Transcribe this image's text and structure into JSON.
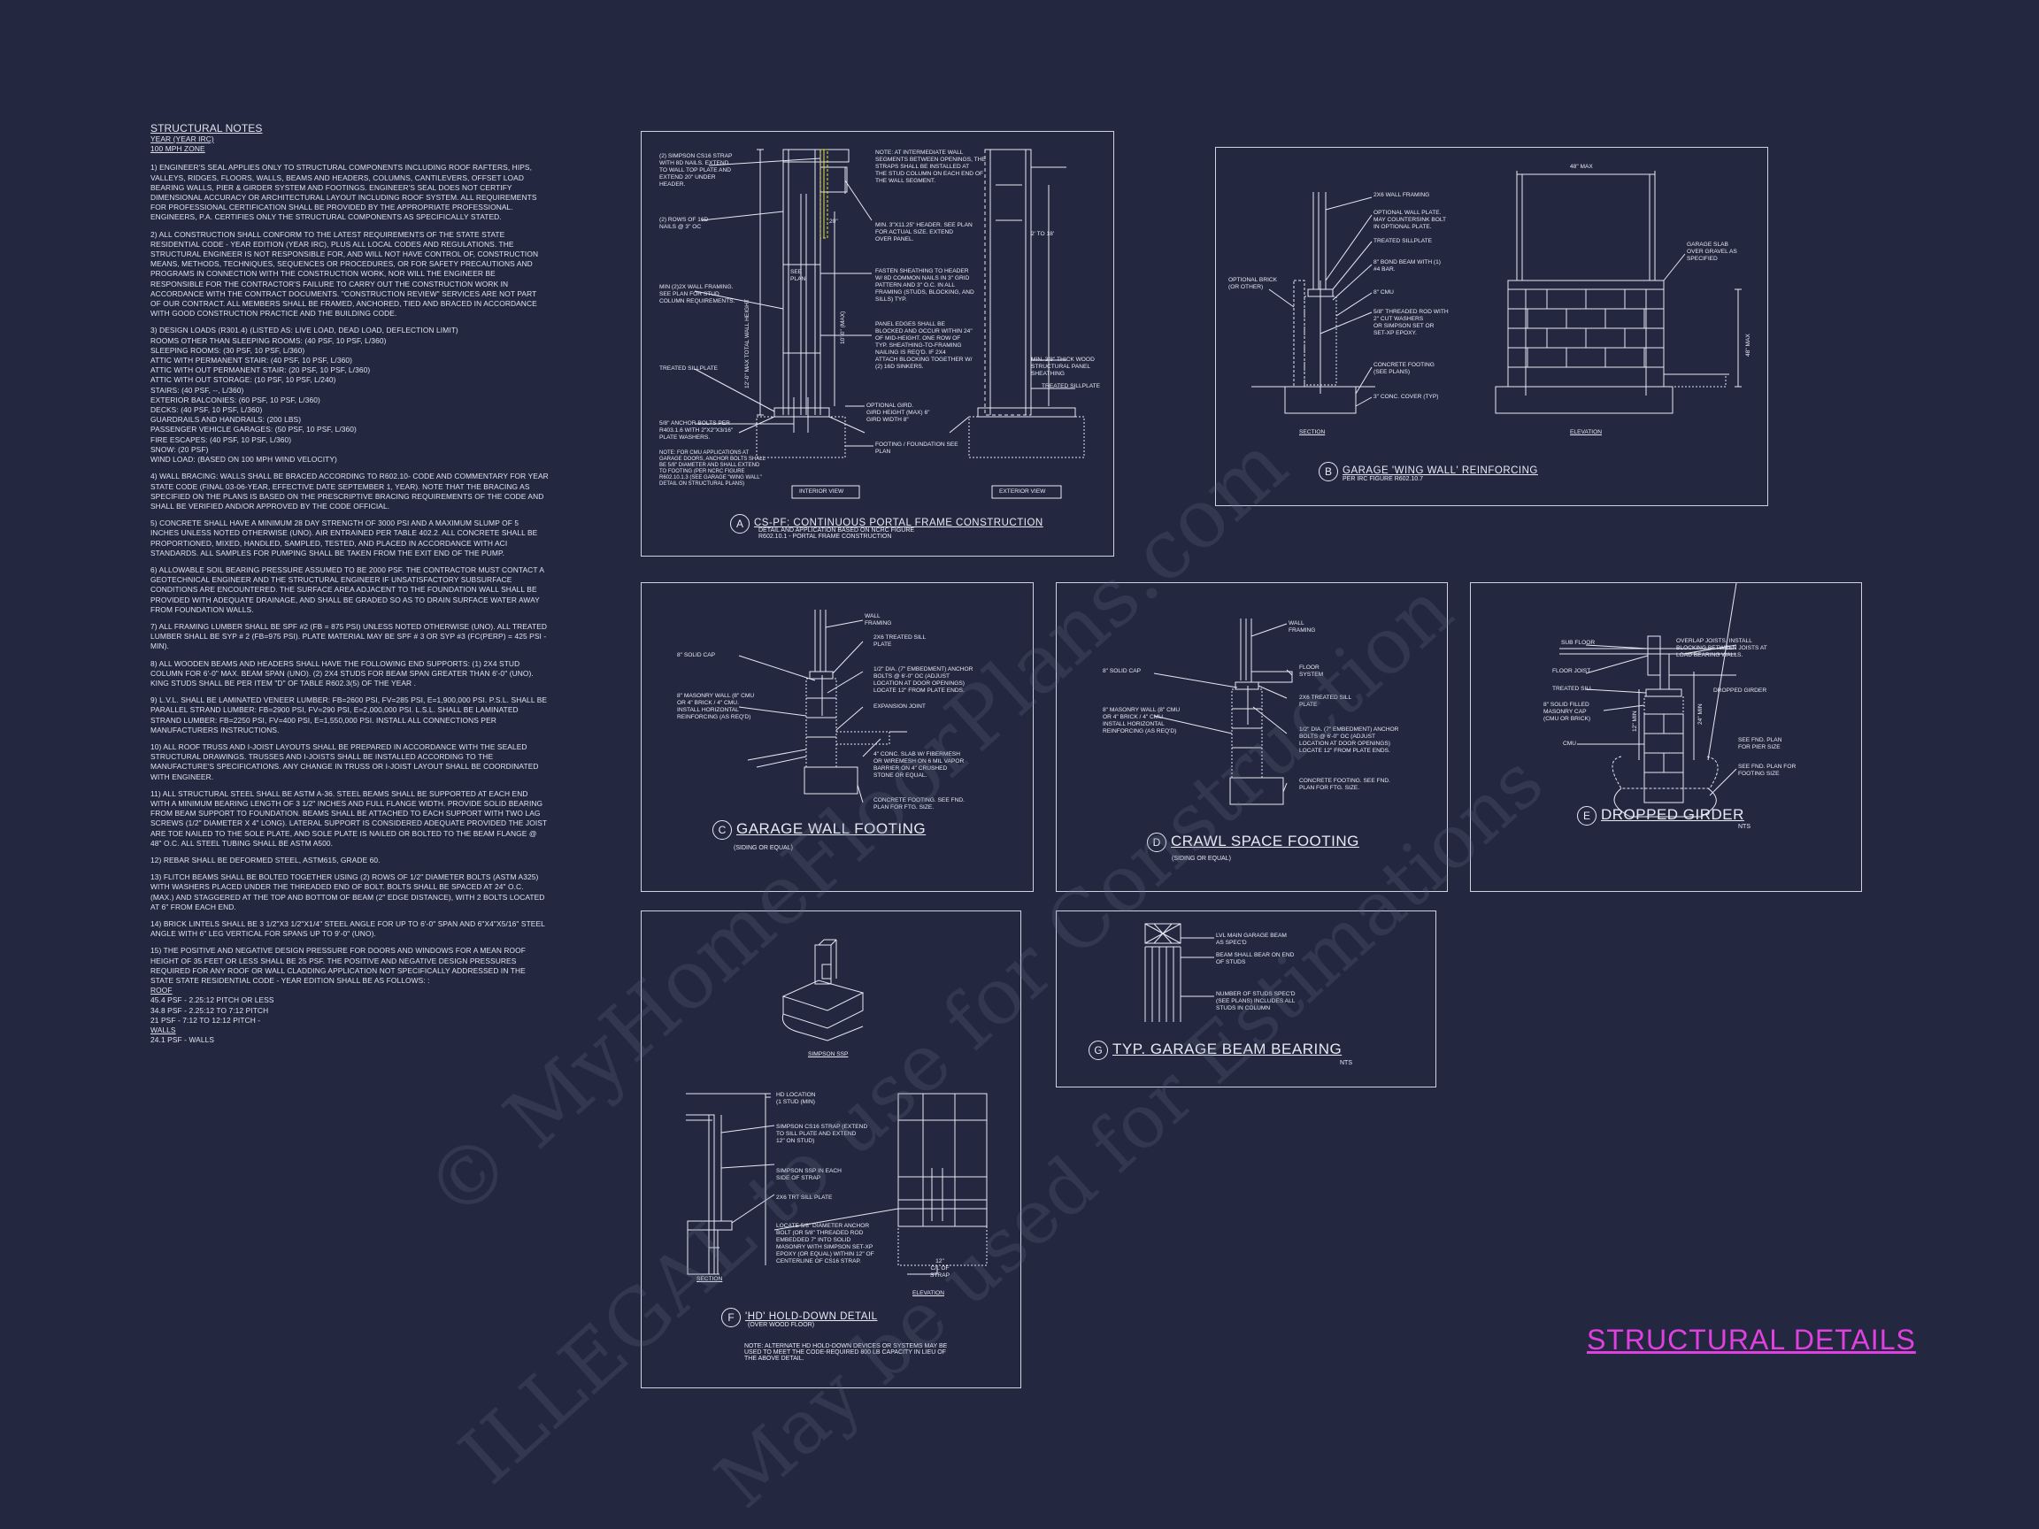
{
  "notes": {
    "title": "STRUCTURAL NOTES",
    "subtitle_1": "YEAR (YEAR IRC)",
    "subtitle_2": "100 mph ZONE",
    "p1": "1) ENGINEER'S SEAL APPLIES ONLY TO STRUCTURAL COMPONENTS INCLUDING ROOF RAFTERS, HIPS, VALLEYS, RIDGES, FLOORS, WALLS, BEAMS AND HEADERS, COLUMNS, CANTILEVERS, OFFSET LOAD BEARING WALLS, PIER & GIRDER SYSTEM AND FOOTINGS. ENGINEER'S SEAL DOES NOT CERTIFY DIMENSIONAL ACCURACY OR ARCHITECTURAL LAYOUT INCLUDING ROOF SYSTEM. ALL REQUIREMENTS FOR PROFESSIONAL CERTIFICATION SHALL BE PROVIDED BY THE APPROPRIATE PROFESSIONAL. ENGINEERS, P.A. CERTIFIES ONLY THE STRUCTURAL COMPONENTS AS SPECIFICALLY STATED.",
    "p2": "2) ALL CONSTRUCTION SHALL CONFORM TO THE LATEST REQUIREMENTS OF THE STATE STATE RESIDENTIAL CODE - YEAR EDITION (YEAR IRC), PLUS ALL LOCAL CODES AND REGULATIONS. THE STRUCTURAL ENGINEER IS NOT RESPONSIBLE FOR, AND WILL NOT HAVE CONTROL OF, CONSTRUCTION MEANS, METHODS, TECHNIQUES, SEQUENCES OR PROCEDURES, OR FOR SAFETY PRECAUTIONS AND PROGRAMS IN CONNECTION WITH THE CONSTRUCTION WORK, NOR WILL THE ENGINEER BE RESPONSIBLE FOR THE CONTRACTOR'S FAILURE TO CARRY OUT THE CONSTRUCTION WORK IN ACCORDANCE WITH THE CONTRACT DOCUMENTS. \"CONSTRUCTION REVIEW\" SERVICES ARE NOT PART OF OUR CONTRACT. ALL MEMBERS SHALL BE FRAMED, ANCHORED, TIED AND BRACED IN ACCORDANCE WITH GOOD CONSTRUCTION PRACTICE AND THE BUILDING CODE.",
    "p3": [
      "3) DESIGN LOADS (R301.4) (LISTED AS: LIVE LOAD, DEAD LOAD, DEFLECTION LIMIT)",
      "ROOMS OTHER THAN SLEEPING ROOMS: (40 PSF, 10 PSF, L/360)",
      "SLEEPING ROOMS: (30 PSF, 10 PSF, L/360)",
      "ATTIC WITH PERMANENT STAIR: (40 PSF, 10 PSF, L/360)",
      "ATTIC WITH OUT PERMANENT STAIR: (20 PSF, 10 PSF, L/360)",
      "ATTIC WITH OUT STORAGE: (10 PSF, 10 PSF, L/240)",
      "STAIRS: (40 PSF, --, L/360)",
      "EXTERIOR BALCONIES: (60 PSF, 10 PSF, L/360)",
      "DECKS: (40 PSF, 10 PSF, L/360)",
      "GUARDRAILS AND HANDRAILS: (200 LBS)",
      "PASSENGER VEHICLE GARAGES: (50 PSF, 10 PSF, L/360)",
      "FIRE ESCAPES: (40 PSF, 10 PSF, L/360)",
      "SNOW: (20 PSF)",
      "WIND LOAD: (BASED ON 100 MPH WIND VELOCITY)"
    ],
    "p4": "4) WALL BRACING: WALLS SHALL BE BRACED ACCORDING TO R602.10- CODE AND COMMENTARY FOR YEAR STATE CODE (FINAL 03-06-YEAR, EFFECTIVE DATE SEPTEMBER 1, YEAR). NOTE THAT THE BRACING AS SPECIFIED ON THE PLANS IS BASED ON THE PRESCRIPTIVE BRACING REQUIREMENTS OF THE CODE AND SHALL BE VERIFIED AND/OR APPROVED BY THE CODE OFFICIAL.",
    "p5": "5) CONCRETE SHALL HAVE A MINIMUM 28 DAY STRENGTH OF 3000 PSI AND A MAXIMUM SLUMP OF 5 INCHES UNLESS NOTED OTHERWISE (UNO). AIR ENTRAINED PER TABLE 402.2. ALL CONCRETE SHALL BE PROPORTIONED, MIXED, HANDLED, SAMPLED, TESTED, AND PLACED IN ACCORDANCE WITH ACI STANDARDS. ALL SAMPLES FOR PUMPING SHALL BE TAKEN FROM THE EXIT END OF THE PUMP.",
    "p6": "6) ALLOWABLE SOIL BEARING PRESSURE ASSUMED TO BE 2000 PSF. THE CONTRACTOR MUST CONTACT A GEOTECHNICAL ENGINEER AND THE STRUCTURAL ENGINEER IF UNSATISFACTORY SUBSURFACE CONDITIONS ARE ENCOUNTERED. THE SURFACE AREA ADJACENT TO THE FOUNDATION WALL SHALL BE PROVIDED WITH ADEQUATE DRAINAGE, AND SHALL BE GRADED SO AS TO DRAIN SURFACE WATER AWAY FROM FOUNDATION WALLS.",
    "p7": "7) ALL FRAMING LUMBER SHALL BE SPF #2 (Fb = 875 PSI) UNLESS NOTED OTHERWISE (UNO). ALL TREATED LUMBER SHALL BE SYP # 2 (Fb=975 PSI). PLATE MATERIAL MAY BE SPF # 3 OR SYP #3 (Fc(perp) = 425 PSI - MIN).",
    "p8": "8) ALL WOODEN BEAMS AND HEADERS SHALL HAVE THE FOLLOWING END SUPPORTS: (1) 2x4 STUD COLUMN FOR 6'-0\" MAX. BEAM SPAN (UNO). (2) 2X4 STUDS FOR BEAM SPAN GREATER THAN 6'-0\" (UNO). KING STUDS SHALL BE PER ITEM \"d\" OF TABLE R602.3(5) OF THE YEAR .",
    "p9": "9) L.V.L. SHALL BE LAMINATED VENEER LUMBER: Fb=2600 PSI, Fv=285 PSI, E=1,900,000 PSI. P.S.L. SHALL BE PARALLEL STRAND LUMBER: Fb=2900 PSI, Fv=290 PSI, E=2,000,000 PSI. L.S.L. SHALL BE LAMINATED STRAND LUMBER: Fb=2250 PSI, Fv=400 PSI, E=1,550,000 PSI. INSTALL ALL CONNECTIONS PER MANUFACTURERS INSTRUCTIONS.",
    "p10": "10) ALL ROOF TRUSS AND I-JOIST LAYOUTS SHALL BE PREPARED IN ACCORDANCE WITH THE SEALED STRUCTURAL DRAWINGS. TRUSSES AND I-JOISTS SHALL BE INSTALLED ACCORDING TO THE MANUFACTURE'S SPECIFICATIONS. ANY CHANGE IN TRUSS OR I-JOIST LAYOUT SHALL BE COORDINATED WITH ENGINEER.",
    "p11": "11) ALL STRUCTURAL STEEL SHALL BE ASTM A-36. STEEL BEAMS SHALL BE SUPPORTED AT EACH END WITH A MINIMUM BEARING LENGTH OF 3 1/2\" INCHES AND FULL FLANGE WIDTH. PROVIDE SOLID BEARING FROM BEAM SUPPORT TO FOUNDATION. BEAMS SHALL BE ATTACHED TO EACH SUPPORT WITH TWO LAG SCREWS (1/2\" DIAMETER x 4\" LONG). LATERAL SUPPORT IS CONSIDERED ADEQUATE PROVIDED THE JOIST ARE TOE NAILED TO THE SOLE PLATE, AND SOLE PLATE IS NAILED OR BOLTED TO THE BEAM FLANGE @ 48\" O.C. ALL STEEL TUBING SHALL BE ASTM A500.",
    "p12": "12) REBAR SHALL BE DEFORMED STEEL, ASTM615, GRADE 60.",
    "p13": "13) FLITCH BEAMS SHALL BE BOLTED TOGETHER USING (2) ROWS OF 1/2\" DIAMETER BOLTS (ASTM A325) WITH WASHERS PLACED UNDER THE THREADED END OF BOLT. BOLTS SHALL BE SPACED AT 24\" O.C. (MAX.) AND STAGGERED AT THE TOP AND BOTTOM OF BEAM (2\" EDGE DISTANCE), WITH 2 BOLTS LOCATED AT 6\" FROM EACH END.",
    "p14": "14) BRICK LINTELS SHALL BE 3 1/2\"x3 1/2\"x1/4\" STEEL ANGLE FOR UP TO 6'-0\" SPAN AND 6\"x4\"x5/16\" STEEL ANGLE WITH 6\" LEG VERTICAL FOR SPANS UP TO 9'-0\" (UNO).",
    "p15": "15) THE POSITIVE AND NEGATIVE DESIGN PRESSURE FOR DOORS AND WINDOWS FOR A MEAN ROOF HEIGHT OF 35 FEET OR LESS SHALL BE 25 PSF. THE POSITIVE AND NEGATIVE DESIGN PRESSURES REQUIRED FOR ANY ROOF OR WALL CLADDING APPLICATION NOT SPECIFICALLY ADDRESSED IN THE STATE STATE RESIDENTIAL CODE - YEAR EDITION SHALL BE AS FOLLOWS: :",
    "roof_head": "ROOF",
    "roof_lines": [
      "45.4 PSF - 2.25:12 PITCH OR LESS",
      "34.8 PSF - 2.25:12 TO 7:12 PITCH",
      "21 PSF - 7:12 TO 12:12 PITCH -"
    ],
    "walls_head": "WALLS",
    "walls_lines": [
      "24.1 PSF - WALLS"
    ]
  },
  "details": {
    "a": {
      "letter": "A",
      "title": "CS-PF: CONTINUOUS PORTAL FRAME CONSTRUCTION",
      "sub": "DETAIL AND APPLICATION BASED ON NCRC FIGURE\nR602.10.1 - PORTAL FRAME CONSTRUCTION",
      "labels": {
        "l1": "(2) SIMPSON CS16 STRAP\nWITH 8d NAILS. EXTEND\nTO WALL TOP PLATE AND\nEXTEND 20\" UNDER\nHEADER.",
        "l2": "(2) ROWS OF 16d\nNAILS @ 3\" OC",
        "l3": "MIN (2)2X WALL FRAMING.\nSEE PLAN FOR STUD\nCOLUMN REQUIREMENTS.",
        "l4": "TREATED SILLPLATE",
        "l5": "5/8\" ANCHOR BOLTS PER\nR403.1.6 WITH 2\"x2\"x3/16\"\nPLATE WASHERS.",
        "l6": "NOTE: FOR CMU APPLICATIONS AT\nGARAGE DOORS, ANCHOR BOLTS SHALL\nBE 5/8\" DIAMETER AND SHALL EXTEND\nTO FOOTING (PER NCRC FIGURE\nR602.10.1.3 (SEE GARAGE \"WING WALL\"\nDETAIL ON STRUCTURAL PLANS)",
        "l7": "NOTE: AT INTERMEDIATE WALL\nSEGMENTS BETWEEN OPENINGS, THE\nSTRAPS SHALL BE INSTALLED AT\nTHE STUD COLUMN ON EACH END OF\nTHE WALL SEGMENT.",
        "l8": "MIN. 3\"x11.25\" HEADER. SEE PLAN\nFOR ACTUAL SIZE. EXTEND\nOVER PANEL.",
        "l9": "FASTEN SHEATHING TO HEADER\nW/ 8d COMMON NAILS IN 3\" GRID\nPATTERN AND 3\" O.C. IN ALL\nFRAMING (STUDS, BLOCKING, AND\nSILLS) TYP.",
        "l10": "PANEL EDGES SHALL BE\nBLOCKED AND OCCUR WITHIN 24\"\nOF MID-HEIGHT. ONE ROW OF\nTYP. SHEATHING-TO-FRAMING\nNAILING IS REQ'D. IF 2X4\nATTACH BLOCKING TOGETHER W/\n(2) 16d SINKERS.",
        "l11": "MIN. 3/8\" THICK WOOD\nSTRUCTURAL PANEL\nSHEATHING",
        "l12": "TREATED SILLPLATE",
        "l13": "OPTIONAL GIRD.\nGIRD HEIGHT (MAX) 6\"\nGIRD WIDTH 8\"",
        "l14": "FOOTING / FOUNDATION SEE\nPLAN",
        "l15": "INTERIOR VIEW",
        "l16": "EXTERIOR VIEW",
        "d1": "12'-0\" MAX TOTAL WALL HEIGHT",
        "d2": "10'-0\" (MAX)",
        "d3": "2' TO 18'",
        "d4": "SEE\nPLAN",
        "d5": "20\""
      }
    },
    "b": {
      "letter": "B",
      "title": "GARAGE 'WING WALL' REINFORCING",
      "sub": "PER IRC FIGURE R602.10.7",
      "labels": {
        "l1": "2x6 WALL FRAMING",
        "l2": "OPTIONAL WALL PLATE.\nMAY COUNTERSINK BOLT\nIN OPTIONAL PLATE.",
        "l3": "TREATED SILLPLATE",
        "l4": "8\" BOND BEAM WITH (1)\n#4 BAR.",
        "l5": "8\" CMU",
        "l6": "5/8\" THREADED ROD WITH\n2\" CUT WASHERS\nOR SIMPSON SET OR\nSET-XP EPOXY.",
        "l7": "CONCRETE FOOTING\n(SEE PLANS)",
        "l8": "3\" CONC. COVER (TYP)",
        "l9": "OPTIONAL BRICK\n(OR OTHER)",
        "l10": "GARAGE SLAB\nOVER GRAVEL AS\nSPECIFIED",
        "l11": "SECTION",
        "l12": "ELEVATION",
        "d1": "48\" MAX",
        "d2": "48\" MAX"
      }
    },
    "c": {
      "letter": "C",
      "title": "GARAGE WALL FOOTING",
      "sub": "(SIDING OR EQUAL)",
      "labels": {
        "l1": "WALL\nFRAMING",
        "l2": "2x6 TREATED SILL\nPLATE",
        "l3": "8\" SOLID CAP",
        "l4": "1/2\" DIA. (7\" EMBEDMENT) ANCHOR\nBOLTS @ 6'-0\" OC (ADJUST\nLOCATION AT DOOR OPENINGS)\nLOCATE 12\" FROM PLATE ENDS.",
        "l5": "8\" MASONRY WALL (8\" CMU\nOR 4\" BRICK / 4\" CMU.\nINSTALL HORIZONTAL\nREINFORCING (AS REQ'D)",
        "l6": "EXPANSION JOINT",
        "l7": "4\" CONC. SLAB w/ FIBERMESH\nOR WIREMESH ON 6 MIL VAPOR\nBARRIER ON 4\" CRUSHED\nSTONE OR EQUAL.",
        "l8": "CONCRETE FOOTING. SEE FND.\nPLAN FOR FTG. SIZE."
      }
    },
    "d": {
      "letter": "D",
      "title": "CRAWL SPACE FOOTING",
      "sub": "(SIDING OR EQUAL)",
      "labels": {
        "l1": "WALL\nFRAMING",
        "l2": "FLOOR\nSYSTEM",
        "l3": "8\" SOLID CAP",
        "l4": "2x6 TREATED SILL\nPLATE",
        "l5": "8\" MASONRY WALL (8\" CMU\nOR 4\" BRICK / 4\" CMU.\nINSTALL HORIZONTAL\nREINFORCING (AS REQ'D)",
        "l6": "1/2\" DIA. (7\" EMBEDMENT) ANCHOR\nBOLTS @ 6'-0\" OC (ADJUST\nLOCATION AT DOOR OPENINGS)\nLOCATE 12\" FROM PLATE ENDS.",
        "l7": "CONCRETE FOOTING. SEE FND.\nPLAN FOR FTG. SIZE."
      }
    },
    "e": {
      "letter": "E",
      "title": "DROPPED GIRDER",
      "sub": "NTS",
      "labels": {
        "l1": "SUB FLOOR",
        "l2": "FLOOR JOIST",
        "l3": "TREATED SILL",
        "l4": "8\" SOLID FILLED\nMASONRY CAP\n(CMU OR BRICK)",
        "l5": "CMU",
        "l6": "OVERLAP JOISTS, INSTALL\nBLOCKING BETWEEN JOISTS AT\nLOAD BEARING WALLS.",
        "l7": "DROPPED GIRDER",
        "l8": "SEE FND. PLAN\nFOR PIER SIZE",
        "l9": "SEE FND. PLAN FOR\nFOOTING SIZE",
        "d1": "12\" MIN",
        "d2": "24\" MIN"
      }
    },
    "f": {
      "letter": "F",
      "title": "'HD' HOLD-DOWN DETAIL",
      "sub": "(OVER WOOD FLOOR)",
      "note": "NOTE: ALTERNATE HD HOLD-DOWN DEVICES OR SYSTEMS MAY BE\nUSED TO MEET THE CODE-REQUIRED 800 LB CAPACITY IN LIEU OF\nTHE ABOVE DETAIL.",
      "labels": {
        "l1": "SIMPSON SSP",
        "l2": "HD LOCATION\n(1 STUD (MIN)",
        "l3": "SIMPSON CS16 STRAP (EXTEND\nTO SILL PLATE AND EXTEND\n12\" ON STUD)",
        "l4": "SIMPSON SSP IN EACH\nSIDE OF STRAP",
        "l5": "2x6 TRT SILL PLATE",
        "l6": "LOCATE 5/8\" DIAMETER ANCHOR\nBOLT (OR 5/8\" THREADED ROD\nEMBEDDED 7\" INTO SOLID\nMASONRY WITH SIMPSON SET-XP\nEPOXY (OR EQUAL) WITHIN 12\" OF\nCENTERLINE OF CS16 STRAP.",
        "l7": "SECTION",
        "l8": "ELEVATION",
        "d1": "12\"\nC/L OF\nSTRAP"
      }
    },
    "g": {
      "letter": "G",
      "title": "TYP. GARAGE BEAM BEARING",
      "sub": "NTS",
      "labels": {
        "l1": "LVL MAIN GARAGE BEAM\nAS SPEC'D",
        "l2": "BEAM SHALL BEAR ON END\nOF STUDS",
        "l3": "NUMBER OF STUDS SPEC'D\n(SEE PLANS) INCLUDES ALL\nSTUDS IN COLUMN"
      }
    }
  },
  "sheet_title": "STRUCTURAL DETAILS",
  "watermark": {
    "line1": "© MyHomeFloorPlans.com",
    "line2": "ILLEGAL to use for Construction",
    "line3": "May be used for Estimations"
  },
  "colors": {
    "background": "#232840",
    "line": "#e6e9f2",
    "accent": "#e040e0",
    "highlight": "#e8e04a"
  }
}
